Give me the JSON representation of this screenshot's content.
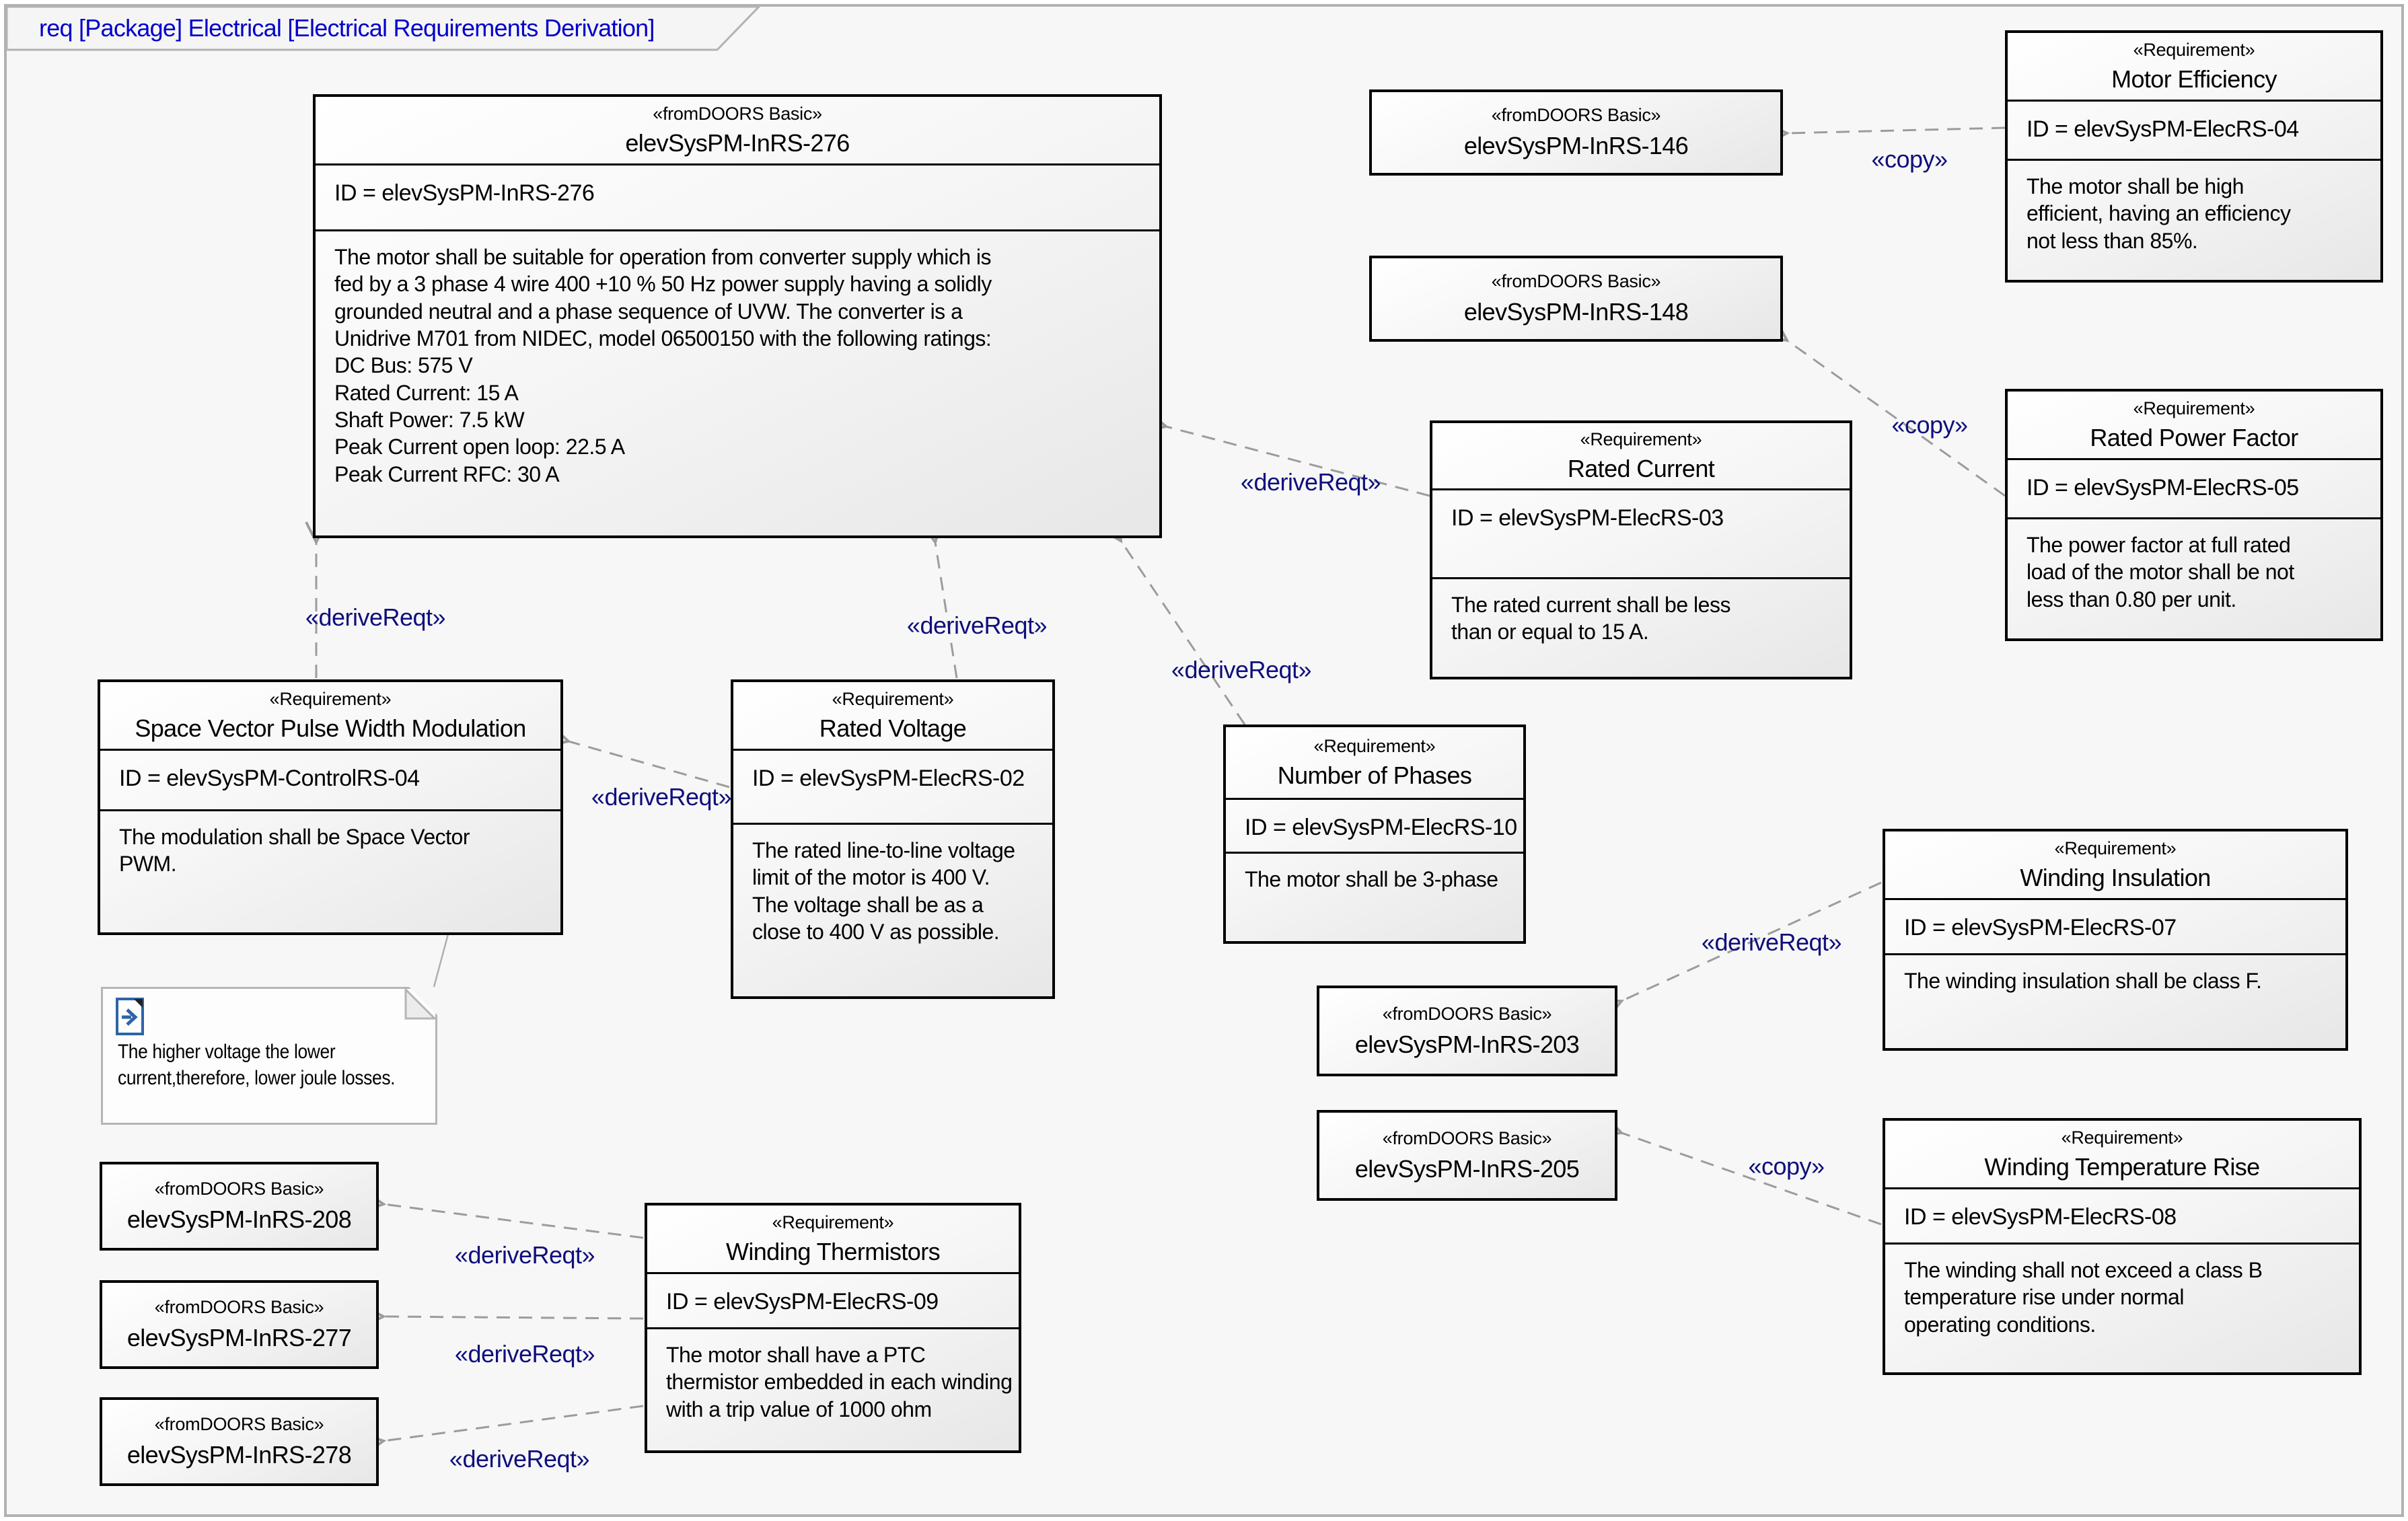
{
  "frame": {
    "title": "req [Package] Electrical [Electrical Requirements Derivation]"
  },
  "colors": {
    "frame_title_blue": "#0000cc",
    "connector_label_navy": "#0f0f7d",
    "connector_line_gray": "#9c9c9c",
    "box_border": "#000000",
    "frame_border": "#b2b2b2",
    "note_icon_blue": "#2e64a8"
  },
  "boxes": {
    "inrs276": {
      "stereotype": "«fromDOORS Basic»",
      "name": "elevSysPM-InRS-276",
      "id": "ID = elevSysPM-InRS-276",
      "text": "The motor shall be suitable for operation from converter supply which is\nfed by a 3 phase 4 wire 400 +10 % 50 Hz power supply having a solidly\ngrounded neutral and a phase sequence of UVW. The converter is a\nUnidrive M701 from NIDEC, model 06500150 with the following ratings:\nDC Bus: 575 V\nRated Current: 15 A\nShaft Power: 7.5 kW\nPeak Current open loop: 22.5 A\nPeak Current RFC: 30 A"
    },
    "inrs146": {
      "stereotype": "«fromDOORS Basic»",
      "name": "elevSysPM-InRS-146"
    },
    "inrs148": {
      "stereotype": "«fromDOORS Basic»",
      "name": "elevSysPM-InRS-148"
    },
    "motor_efficiency": {
      "stereotype": "«Requirement»",
      "name": "Motor Efficiency",
      "id": "ID = elevSysPM-ElecRS-04",
      "text": "The motor shall be high\nefficient, having an efficiency\nnot less than 85%."
    },
    "rated_power_factor": {
      "stereotype": "«Requirement»",
      "name": "Rated Power Factor",
      "id": "ID = elevSysPM-ElecRS-05",
      "text": "The power factor at full rated\nload of the motor shall be not\nless than 0.80 per unit."
    },
    "rated_current": {
      "stereotype": "«Requirement»",
      "name": "Rated Current",
      "id": "ID = elevSysPM-ElecRS-03",
      "text": "The rated current shall be less\nthan or equal to 15 A."
    },
    "number_of_phases": {
      "stereotype": "«Requirement»",
      "name": "Number of Phases",
      "id": "ID = elevSysPM-ElecRS-10",
      "text": "The motor shall be 3-phase"
    },
    "winding_insulation": {
      "stereotype": "«Requirement»",
      "name": "Winding Insulation",
      "id": "ID = elevSysPM-ElecRS-07",
      "text": "The winding insulation shall be class F."
    },
    "winding_temperature_rise": {
      "stereotype": "«Requirement»",
      "name": "Winding Temperature Rise",
      "id": "ID = elevSysPM-ElecRS-08",
      "text": "The winding shall not exceed a class B\ntemperature rise under normal\noperating conditions."
    },
    "svpwm": {
      "stereotype": "«Requirement»",
      "name": "Space Vector Pulse Width Modulation",
      "id": "ID = elevSysPM-ControlRS-04",
      "text": "The modulation shall be Space Vector\nPWM."
    },
    "rated_voltage": {
      "stereotype": "«Requirement»",
      "name": "Rated Voltage",
      "id": "ID = elevSysPM-ElecRS-02",
      "text": "The rated line-to-line voltage\nlimit of the motor is 400 V.\nThe voltage shall be as a\nclose to 400 V as possible."
    },
    "winding_thermistors": {
      "stereotype": "«Requirement»",
      "name": "Winding Thermistors",
      "id": "ID = elevSysPM-ElecRS-09",
      "text": "The motor shall have a PTC\nthermistor embedded in each winding\nwith a trip value of 1000 ohm"
    },
    "inrs203": {
      "stereotype": "«fromDOORS Basic»",
      "name": "elevSysPM-InRS-203"
    },
    "inrs205": {
      "stereotype": "«fromDOORS Basic»",
      "name": "elevSysPM-InRS-205"
    },
    "inrs208": {
      "stereotype": "«fromDOORS Basic»",
      "name": "elevSysPM-InRS-208"
    },
    "inrs277": {
      "stereotype": "«fromDOORS Basic»",
      "name": "elevSysPM-InRS-277"
    },
    "inrs278": {
      "stereotype": "«fromDOORS Basic»",
      "name": "elevSysPM-InRS-278"
    }
  },
  "note": {
    "text": "The higher voltage the lower\ncurrent,therefore, lower joule losses."
  },
  "connectors": {
    "c1": {
      "label": "«copy»"
    },
    "c2": {
      "label": "«copy»"
    },
    "c3": {
      "label": "«deriveReqt»"
    },
    "c4": {
      "label": "«deriveReqt»"
    },
    "c5": {
      "label": "«deriveReqt»"
    },
    "c6": {
      "label": "«deriveReqt»"
    },
    "c7": {
      "label": "«deriveReqt»"
    },
    "c8": {
      "label": "«deriveReqt»"
    },
    "c9": {
      "label": "«copy»"
    },
    "c10": {
      "label": "«deriveReqt»"
    },
    "c11": {
      "label": "«deriveReqt»"
    },
    "c12": {
      "label": "«deriveReqt»"
    }
  }
}
